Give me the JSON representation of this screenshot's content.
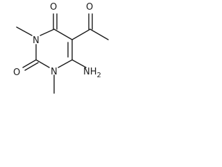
{
  "structure": {
    "atoms": {
      "n1": "N",
      "n3": "N",
      "o2": "O",
      "o4": "O",
      "o_acetyl": "O",
      "amino": "NH",
      "amino_subscript": "2"
    },
    "colors": {
      "bond": "#1a1a1a",
      "background": "#ffffff"
    }
  }
}
